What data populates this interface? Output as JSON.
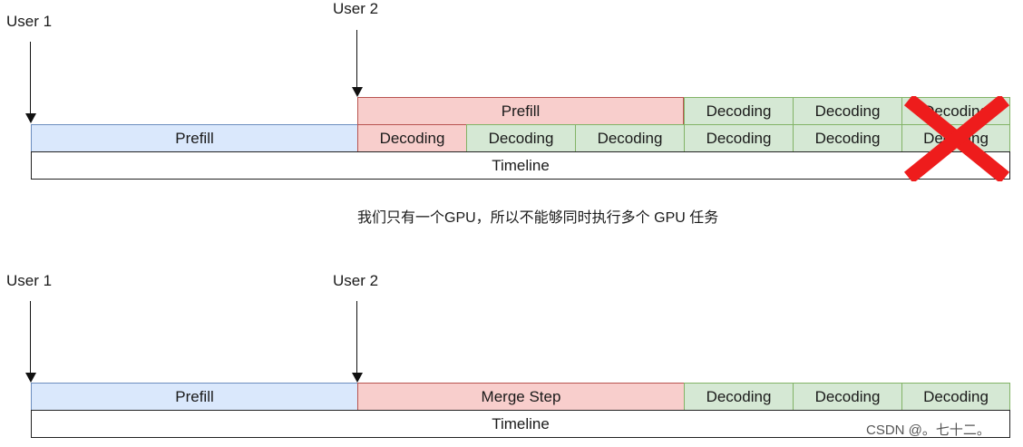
{
  "top": {
    "user1_label": "User 1",
    "user2_label": "User 2",
    "prefill_user1": "Prefill",
    "prefill_user2": "Prefill",
    "decoding_upper": [
      "Decoding",
      "Decoding",
      "Decoding"
    ],
    "decoding_lower": [
      "Decoding",
      "Decoding",
      "Decoding",
      "Decoding",
      "Decoding",
      "Decoding"
    ],
    "timeline": "Timeline",
    "cross_icon": "cross-mark-icon",
    "cross_color": "#ee1c1c"
  },
  "caption": "我们只有一个GPU，所以不能够同时执行多个 GPU 任务",
  "bottom": {
    "user1_label": "User 1",
    "user2_label": "User 2",
    "prefill": "Prefill",
    "merge_step": "Merge Step",
    "decoding": [
      "Decoding",
      "Decoding",
      "Decoding"
    ],
    "timeline": "Timeline"
  },
  "watermark": "CSDN @。七十二。",
  "colors": {
    "blue_fill": "#dae8fc",
    "blue_stroke": "#6c8ebf",
    "red_fill": "#f8cecc",
    "red_stroke": "#b85450",
    "green_fill": "#d5e8d4",
    "green_stroke": "#82b366"
  }
}
